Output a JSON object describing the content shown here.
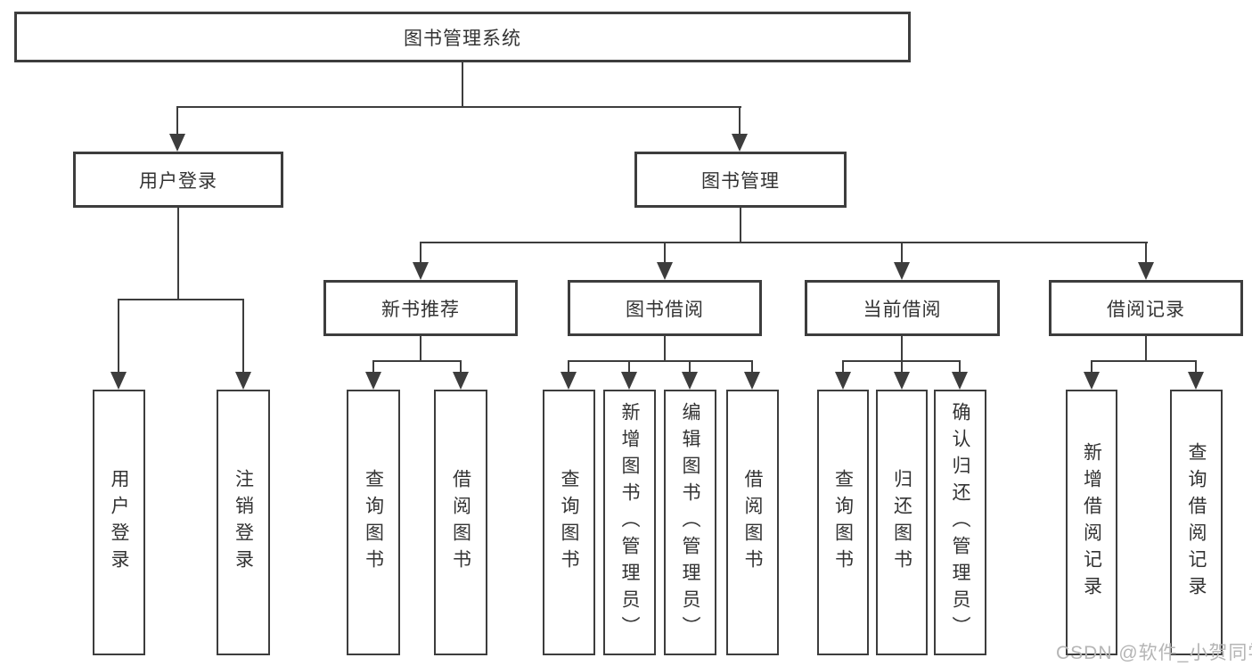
{
  "diagram_type": "hierarchy-tree",
  "tree": {
    "label": "图书管理系统",
    "children": [
      {
        "label": "用户登录",
        "children": [
          {
            "label": "用户登录"
          },
          {
            "label": "注销登录"
          }
        ]
      },
      {
        "label": "图书管理",
        "children": [
          {
            "label": "新书推荐",
            "children": [
              {
                "label": "查询图书"
              },
              {
                "label": "借阅图书"
              }
            ]
          },
          {
            "label": "图书借阅",
            "children": [
              {
                "label": "查询图书"
              },
              {
                "label": "新增图书（管理员）"
              },
              {
                "label": "编辑图书（管理员）"
              },
              {
                "label": "借阅图书"
              }
            ]
          },
          {
            "label": "当前借阅",
            "children": [
              {
                "label": "查询图书"
              },
              {
                "label": "归还图书"
              },
              {
                "label": "确认归还（管理员）"
              }
            ]
          },
          {
            "label": "借阅记录",
            "children": [
              {
                "label": "新增借阅记录"
              },
              {
                "label": "查询借阅记录"
              }
            ]
          }
        ]
      }
    ]
  },
  "watermark": {
    "text": "CSDN @软件_小贺同学"
  },
  "colors": {
    "line": "#3d3d3d",
    "box_fill": "#ffffff",
    "text": "#333333",
    "watermark": "#b5b5b5"
  }
}
